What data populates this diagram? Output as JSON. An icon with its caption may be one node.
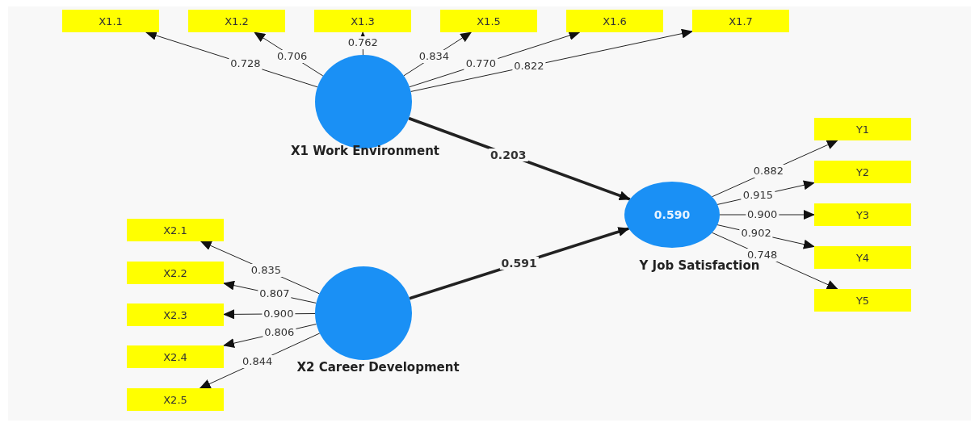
{
  "diagram": {
    "nodes": [
      {
        "text": [
          "X1.1"
        ]
      },
      {
        "text": [
          "X1.2"
        ]
      },
      {
        "text": [
          "X1.3"
        ]
      },
      {
        "text": [
          "X1.5"
        ]
      },
      {
        "text": [
          "X1.6"
        ]
      },
      {
        "text": [
          "X1.7"
        ]
      },
      {
        "text": [],
        "shape": "circle",
        "beside": [
          "X1 Work Environment"
        ]
      },
      {
        "text": [
          "Y1"
        ]
      },
      {
        "text": [
          "Y2"
        ]
      },
      {
        "text": [
          "Y3"
        ]
      },
      {
        "text": [
          "Y4"
        ]
      },
      {
        "text": [
          "Y5"
        ]
      },
      {
        "text": [
          "0.590"
        ],
        "beside": [
          "Y Job Satisfaction"
        ]
      },
      {
        "text": [
          "X2.1"
        ]
      },
      {
        "text": [
          "X2.2"
        ]
      },
      {
        "text": [
          "X2.3"
        ]
      },
      {
        "text": [
          "X2.4"
        ]
      },
      {
        "text": [
          "X2.5"
        ]
      },
      {
        "text": [],
        "shape": "circle",
        "beside": [
          "X2 Career Development"
        ]
      }
    ],
    "edges": [
      {
        "from": 6,
        "to": 0,
        "arrow": "to",
        "label": "0.728"
      },
      {
        "from": 6,
        "to": 1,
        "arrow": "to",
        "label": "0.706"
      },
      {
        "from": 6,
        "to": 2,
        "arrow": "to",
        "label": "0.762"
      },
      {
        "from": 6,
        "to": 3,
        "arrow": "to",
        "label": "0.834"
      },
      {
        "from": 6,
        "to": 4,
        "arrow": "to",
        "label": "0.770"
      },
      {
        "from": 6,
        "to": 5,
        "arrow": "to",
        "label": "0.822"
      },
      {
        "from": 6,
        "to": 12,
        "arrow": "to",
        "label": "0.203",
        "style": "thick"
      },
      {
        "from": 12,
        "to": 7,
        "arrow": "to",
        "label": "0.882"
      },
      {
        "from": 12,
        "to": 8,
        "arrow": "to",
        "label": "0.915"
      },
      {
        "from": 12,
        "to": 9,
        "arrow": "to",
        "label": "0.900"
      },
      {
        "from": 12,
        "to": 10,
        "arrow": "to",
        "label": "0.902"
      },
      {
        "from": 12,
        "to": 11,
        "arrow": "to",
        "label": "0.748"
      },
      {
        "from": 18,
        "to": 13,
        "arrow": "to",
        "label": "0.835"
      },
      {
        "from": 18,
        "to": 14,
        "arrow": "to",
        "label": "0.807"
      },
      {
        "from": 18,
        "to": 15,
        "arrow": "to",
        "label": "0.900"
      },
      {
        "from": 18,
        "to": 16,
        "arrow": "to",
        "label": "0.806"
      },
      {
        "from": 18,
        "to": 17,
        "arrow": "to",
        "label": "0.844"
      },
      {
        "from": 18,
        "to": 12,
        "arrow": "to",
        "label": "0.591",
        "style": "thick"
      }
    ]
  }
}
